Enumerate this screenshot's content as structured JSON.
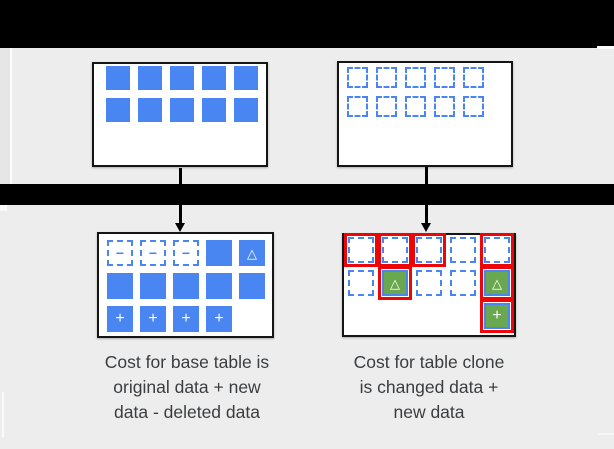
{
  "colors": {
    "background": "#ededed",
    "bar": "#000000",
    "box_background": "#ffffff",
    "box_border": "#151515",
    "blue": "#4a86f1",
    "green": "#6aa84f",
    "red": "#ee0505",
    "text": "#3a3d40",
    "glyph_on_fill": "#ffffff"
  },
  "glyphs": {
    "minus": "−",
    "delta": "△",
    "plus": "+"
  },
  "boxes": {
    "base_table_original": {
      "grid": [
        [
          "blue",
          "blue",
          "blue",
          "blue",
          "blue"
        ],
        [
          "blue",
          "blue",
          "blue",
          "blue",
          "blue"
        ]
      ]
    },
    "table_clone_creation": {
      "grid": [
        [
          "dashed",
          "dashed",
          "dashed",
          "dashed",
          "dashed"
        ],
        [
          "dashed",
          "dashed",
          "dashed",
          "dashed",
          "dashed"
        ]
      ]
    },
    "base_table_after": {
      "grid": [
        [
          "dashed-minus",
          "dashed-minus",
          "dashed-minus",
          "blue",
          "blue-delta"
        ],
        [
          "blue",
          "blue",
          "blue",
          "blue",
          "blue"
        ],
        [
          "blue-plus",
          "blue-plus",
          "blue-plus",
          "blue-plus",
          "empty"
        ]
      ]
    },
    "table_clone_after": {
      "grid": [
        [
          "dashed.red",
          "dashed.red",
          "dashed.red",
          "dashed",
          "dashed.red"
        ],
        [
          "dashed",
          "green-delta.red",
          "dashed",
          "dashed",
          "green-delta.red"
        ],
        [
          "empty",
          "empty",
          "empty",
          "empty",
          "green-plus.red"
        ]
      ]
    }
  },
  "captions": {
    "base_table": {
      "lines": [
        "Cost for base table is",
        "original data + new",
        "data - deleted data"
      ]
    },
    "table_clone": {
      "lines": [
        "Cost for table clone",
        "is changed data +",
        "new data"
      ]
    }
  }
}
